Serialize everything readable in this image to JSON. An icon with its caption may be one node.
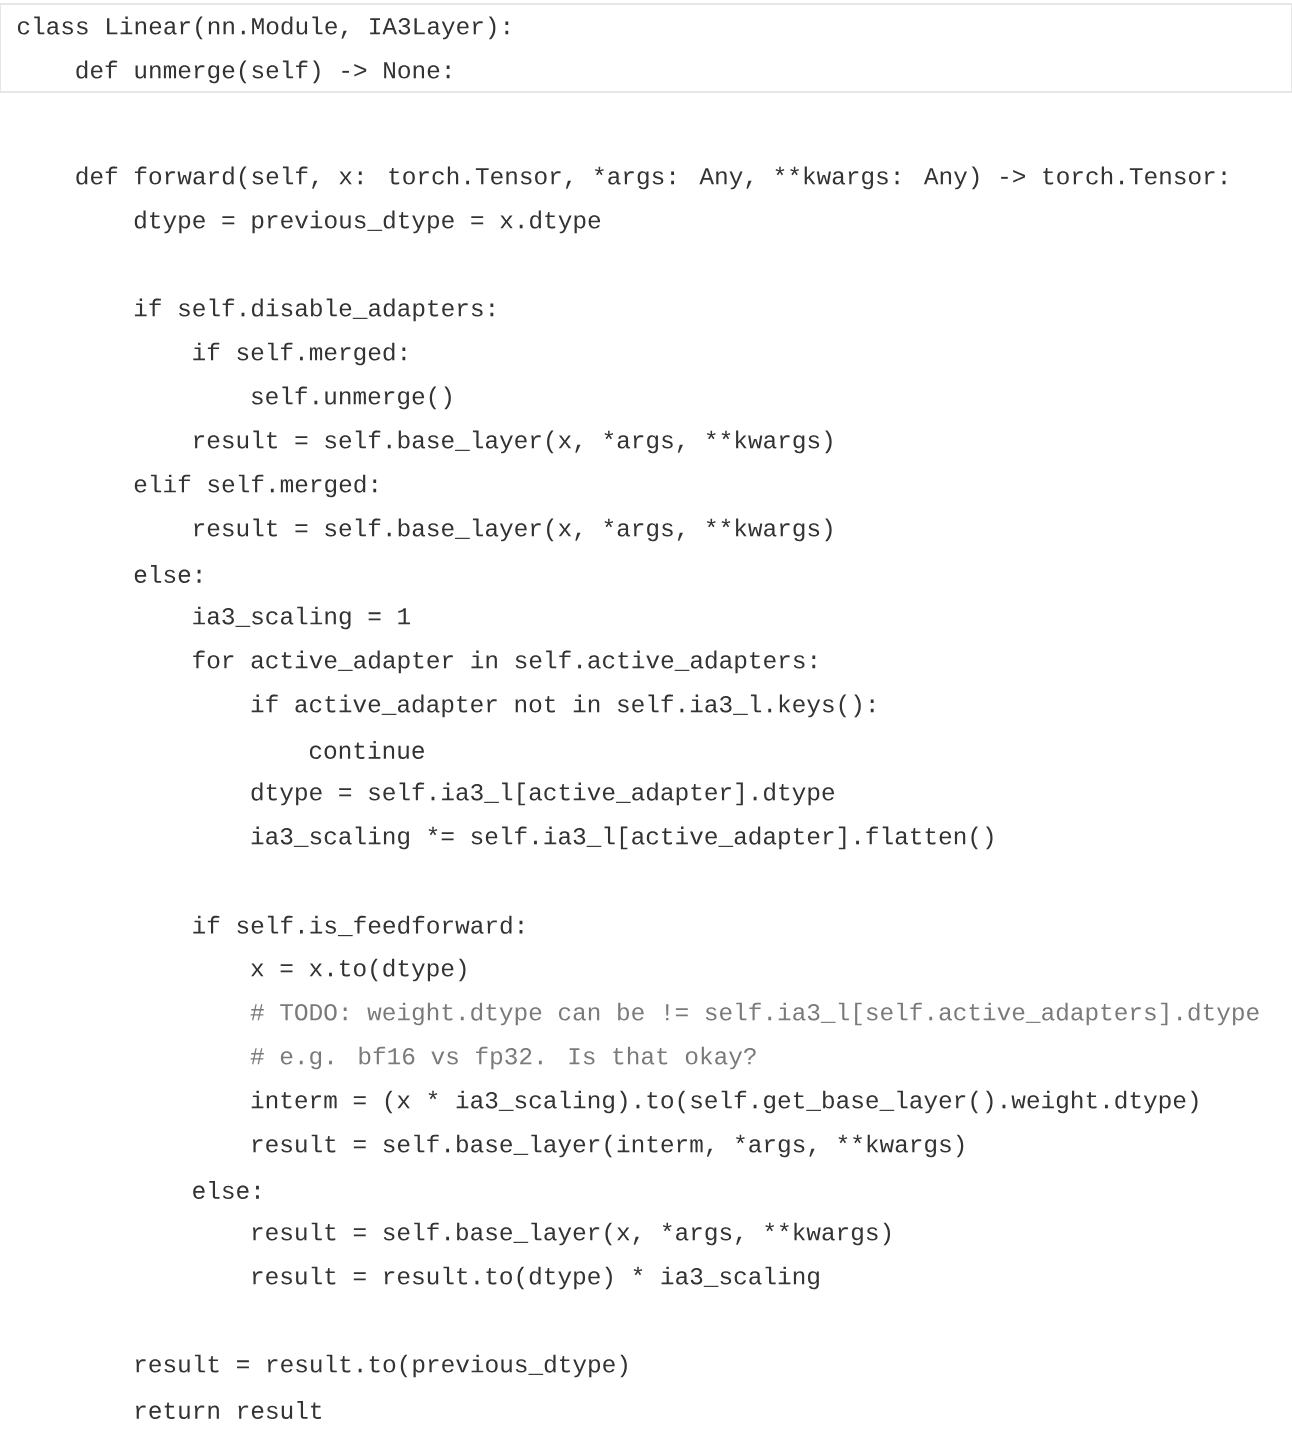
{
  "diagram": {
    "labels": [
      "class Linear(nn.Module, IA3Layer):",
      "def unmerge(self) -> None:",
      "def forward(self, x: torch.Tensor, *args: Any, **kwargs: Any) -> torch.Tensor:",
      "dtype = previous_dtype = x.dtype",
      "if self.disable_adapters:",
      "if self.merged:",
      "self.unmerge()",
      "result = self.base_layer(x, *args, **kwargs)",
      "elif self.merged:",
      "result = self.base_layer(x, *args, **kwargs)",
      "else:",
      "ia3_scaling = 1",
      "for active_adapter in self.active_adapters:",
      "if active_adapter not in self.ia3_l.keys():",
      "continue",
      "dtype = self.ia3_l[active_adapter].dtype",
      "ia3_scaling *= self.ia3_l[active_adapter].flatten()",
      "if self.is_feedforward:",
      "x = x.to(dtype)",
      "# TODO: weight.dtype can be != self.ia3_l[self.active_adapters].dtype",
      "# e.g. bf16 vs fp32. Is that okay?",
      "interm = (x * ia3_scaling).to(self.get_base_layer().weight.dtype)",
      "result = self.base_layer(interm, *args, **kwargs)",
      "else:",
      "result = self.base_layer(x, *args, **kwargs)",
      "result = result.to(dtype) * ia3_scaling",
      "result = result.to(previous_dtype)",
      "return result"
    ]
  }
}
